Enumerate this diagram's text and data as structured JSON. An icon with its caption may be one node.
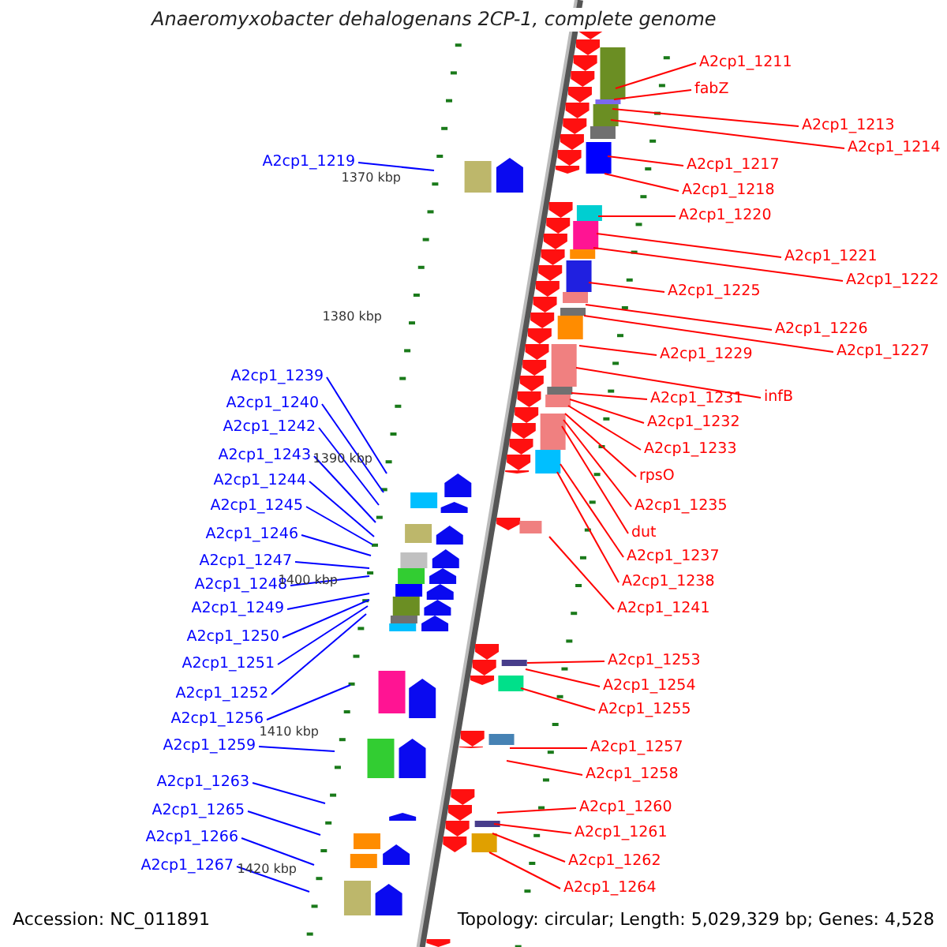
{
  "diagram": {
    "title": "Anaeromyxobacter dehalogenans 2CP-1, complete genome",
    "nodes": [
      {
        "text": [
          "A2cp1_1211"
        ]
      },
      {
        "text": [
          "fabZ"
        ]
      },
      {
        "text": [
          "A2cp1_1213"
        ]
      },
      {
        "text": [
          "A2cp1_1214"
        ]
      },
      {
        "text": [
          "A2cp1_1217"
        ]
      },
      {
        "text": [
          "A2cp1_1218"
        ]
      },
      {
        "text": [
          "A2cp1_1220"
        ]
      },
      {
        "text": [
          "A2cp1_1221"
        ]
      },
      {
        "text": [
          "A2cp1_1222"
        ]
      },
      {
        "text": [
          "A2cp1_1225"
        ]
      },
      {
        "text": [
          "A2cp1_1226"
        ]
      },
      {
        "text": [
          "A2cp1_1227"
        ]
      },
      {
        "text": [
          "A2cp1_1229"
        ]
      },
      {
        "text": [
          "A2cp1_1231"
        ]
      },
      {
        "text": [
          "infB"
        ]
      },
      {
        "text": [
          "A2cp1_1232"
        ]
      },
      {
        "text": [
          "A2cp1_1233"
        ]
      },
      {
        "text": [
          "rpsO"
        ]
      },
      {
        "text": [
          "A2cp1_1235"
        ]
      },
      {
        "text": [
          "dut"
        ]
      },
      {
        "text": [
          "A2cp1_1237"
        ]
      },
      {
        "text": [
          "A2cp1_1238"
        ]
      },
      {
        "text": [
          "A2cp1_1241"
        ]
      },
      {
        "text": [
          "A2cp1_1253"
        ]
      },
      {
        "text": [
          "A2cp1_1254"
        ]
      },
      {
        "text": [
          "A2cp1_1255"
        ]
      },
      {
        "text": [
          "A2cp1_1257"
        ]
      },
      {
        "text": [
          "A2cp1_1258"
        ]
      },
      {
        "text": [
          "A2cp1_1260"
        ]
      },
      {
        "text": [
          "A2cp1_1261"
        ]
      },
      {
        "text": [
          "A2cp1_1262"
        ]
      },
      {
        "text": [
          "A2cp1_1264"
        ]
      },
      {
        "text": [
          "A2cp1_1219"
        ]
      },
      {
        "text": [
          "A2cp1_1239"
        ]
      },
      {
        "text": [
          "A2cp1_1240"
        ]
      },
      {
        "text": [
          "A2cp1_1242"
        ]
      },
      {
        "text": [
          "A2cp1_1243"
        ]
      },
      {
        "text": [
          "A2cp1_1244"
        ]
      },
      {
        "text": [
          "A2cp1_1245"
        ]
      },
      {
        "text": [
          "A2cp1_1246"
        ]
      },
      {
        "text": [
          "A2cp1_1247"
        ]
      },
      {
        "text": [
          "A2cp1_1248"
        ]
      },
      {
        "text": [
          "A2cp1_1249"
        ]
      },
      {
        "text": [
          "A2cp1_1250"
        ]
      },
      {
        "text": [
          "A2cp1_1251"
        ]
      },
      {
        "text": [
          "A2cp1_1252"
        ]
      },
      {
        "text": [
          "A2cp1_1256"
        ]
      },
      {
        "text": [
          "A2cp1_1259"
        ]
      },
      {
        "text": [
          "A2cp1_1263"
        ]
      },
      {
        "text": [
          "A2cp1_1265"
        ]
      },
      {
        "text": [
          "A2cp1_1266"
        ]
      },
      {
        "text": [
          "A2cp1_1267"
        ]
      }
    ],
    "edges": [
      {
        "from": 0,
        "to": null,
        "arrow": "none"
      },
      {
        "from": 1,
        "to": null,
        "arrow": "none"
      },
      {
        "from": 2,
        "to": null,
        "arrow": "none"
      },
      {
        "from": 3,
        "to": null,
        "arrow": "none"
      },
      {
        "from": 4,
        "to": null,
        "arrow": "none"
      },
      {
        "from": 5,
        "to": null,
        "arrow": "none"
      },
      {
        "from": 6,
        "to": null,
        "arrow": "none"
      },
      {
        "from": 7,
        "to": null,
        "arrow": "none"
      },
      {
        "from": 8,
        "to": null,
        "arrow": "none"
      },
      {
        "from": 9,
        "to": null,
        "arrow": "none"
      },
      {
        "from": 10,
        "to": null,
        "arrow": "none"
      },
      {
        "from": 11,
        "to": null,
        "arrow": "none"
      },
      {
        "from": 12,
        "to": null,
        "arrow": "none"
      },
      {
        "from": 13,
        "to": null,
        "arrow": "none"
      },
      {
        "from": 14,
        "to": null,
        "arrow": "none"
      },
      {
        "from": 15,
        "to": null,
        "arrow": "none"
      },
      {
        "from": 16,
        "to": null,
        "arrow": "none"
      },
      {
        "from": 17,
        "to": null,
        "arrow": "none"
      },
      {
        "from": 18,
        "to": null,
        "arrow": "none"
      },
      {
        "from": 19,
        "to": null,
        "arrow": "none"
      },
      {
        "from": 20,
        "to": null,
        "arrow": "none"
      },
      {
        "from": 21,
        "to": null,
        "arrow": "none"
      },
      {
        "from": 22,
        "to": null,
        "arrow": "none"
      },
      {
        "from": 23,
        "to": null,
        "arrow": "none"
      },
      {
        "from": 24,
        "to": null,
        "arrow": "none"
      },
      {
        "from": 25,
        "to": null,
        "arrow": "none"
      },
      {
        "from": 26,
        "to": null,
        "arrow": "none"
      },
      {
        "from": 27,
        "to": null,
        "arrow": "none"
      },
      {
        "from": 28,
        "to": null,
        "arrow": "none"
      },
      {
        "from": 29,
        "to": null,
        "arrow": "none"
      },
      {
        "from": 30,
        "to": null,
        "arrow": "none"
      },
      {
        "from": 31,
        "to": null,
        "arrow": "none"
      },
      {
        "from": 32,
        "to": null,
        "arrow": "none",
        "color": "#0000ff"
      },
      {
        "from": 33,
        "to": null,
        "arrow": "none",
        "color": "#0000ff"
      },
      {
        "from": 34,
        "to": null,
        "arrow": "none",
        "color": "#0000ff"
      },
      {
        "from": 35,
        "to": null,
        "arrow": "none",
        "color": "#0000ff"
      },
      {
        "from": 36,
        "to": null,
        "arrow": "none",
        "color": "#0000ff"
      },
      {
        "from": 37,
        "to": null,
        "arrow": "none",
        "color": "#0000ff"
      },
      {
        "from": 38,
        "to": null,
        "arrow": "none",
        "color": "#0000ff"
      },
      {
        "from": 39,
        "to": null,
        "arrow": "none",
        "color": "#0000ff"
      },
      {
        "from": 40,
        "to": null,
        "arrow": "none",
        "color": "#0000ff"
      },
      {
        "from": 41,
        "to": null,
        "arrow": "none",
        "color": "#0000ff"
      },
      {
        "from": 42,
        "to": null,
        "arrow": "none",
        "color": "#0000ff"
      },
      {
        "from": 43,
        "to": null,
        "arrow": "none",
        "color": "#0000ff"
      },
      {
        "from": 44,
        "to": null,
        "arrow": "none",
        "color": "#0000ff"
      },
      {
        "from": 45,
        "to": null,
        "arrow": "none",
        "color": "#0000ff"
      },
      {
        "from": 46,
        "to": null,
        "arrow": "none",
        "color": "#0000ff"
      },
      {
        "from": 47,
        "to": null,
        "arrow": "none",
        "color": "#0000ff"
      },
      {
        "from": 48,
        "to": null,
        "arrow": "none",
        "color": "#0000ff"
      },
      {
        "from": 49,
        "to": null,
        "arrow": "none",
        "color": "#0000ff"
      },
      {
        "from": 50,
        "to": null,
        "arrow": "none",
        "color": "#0000ff"
      },
      {
        "from": 51,
        "to": null,
        "arrow": "none",
        "color": "#0000ff"
      }
    ],
    "labels": [
      "1370 kbp",
      "1380 kbp",
      "1390 kbp",
      "1400 kbp",
      "1410 kbp",
      "1420 kbp",
      "Accession: NC_011891",
      "Topology: circular; Length: 5,029,329 bp; Genes: 4,528"
    ]
  }
}
